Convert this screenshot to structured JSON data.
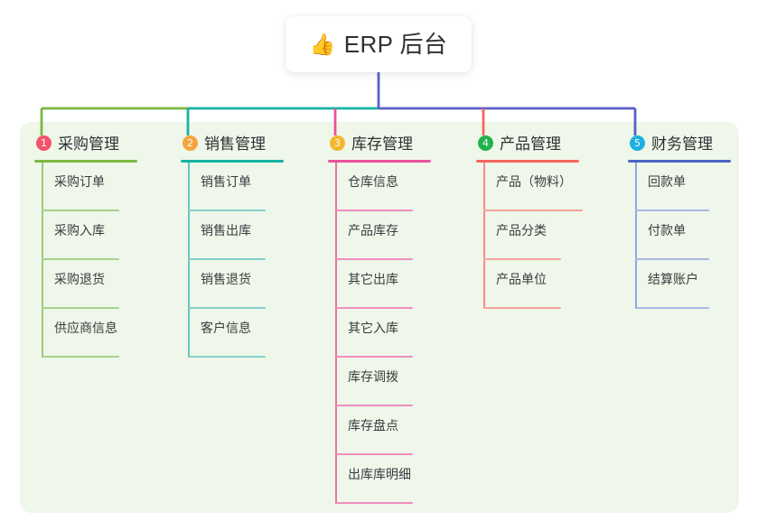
{
  "root": {
    "emoji": "👍",
    "emoji_name": "thumbs-up-icon",
    "title": "ERP 后台"
  },
  "panel": {
    "background_color": "#eef7e9"
  },
  "connector": {
    "bus_colors": [
      "#7cb842",
      "#17b3a3",
      "#5a5fc7"
    ],
    "drop_colors": [
      "#7cb842",
      "#17b3a3",
      "#e9529b",
      "#f4665e",
      "#5a5fc7"
    ]
  },
  "columns": [
    {
      "number": "1",
      "title": "采购管理",
      "badge_color": "#f4526a",
      "rule_color": "#7cb842",
      "leaf_rule_color": "#a9d18e",
      "stem_color": "#9cc87e",
      "head_rule_width": 114,
      "leaf_rule_width": 86,
      "items": [
        {
          "label": "采购订单"
        },
        {
          "label": "采购入库"
        },
        {
          "label": "采购退货"
        },
        {
          "label": "供应商信息"
        }
      ]
    },
    {
      "number": "2",
      "title": "销售管理",
      "badge_color": "#f5a43c",
      "rule_color": "#17b3a3",
      "leaf_rule_color": "#84cfc9",
      "stem_color": "#66c6bf",
      "head_rule_width": 114,
      "leaf_rule_width": 86,
      "items": [
        {
          "label": "销售订单"
        },
        {
          "label": "销售出库"
        },
        {
          "label": "销售退货"
        },
        {
          "label": "客户信息"
        }
      ]
    },
    {
      "number": "3",
      "title": "库存管理",
      "badge_color": "#f5b62e",
      "rule_color": "#e9529b",
      "leaf_rule_color": "#ef8fbe",
      "stem_color": "#e276ae",
      "head_rule_width": 114,
      "leaf_rule_width": 86,
      "items": [
        {
          "label": "仓库信息"
        },
        {
          "label": "产品库存"
        },
        {
          "label": "其它出库"
        },
        {
          "label": "其它入库"
        },
        {
          "label": "库存调拨"
        },
        {
          "label": "库存盘点"
        },
        {
          "label": "出库库明细"
        }
      ]
    },
    {
      "number": "4",
      "title": "产品管理",
      "badge_color": "#22b24c",
      "rule_color": "#f4665e",
      "leaf_rule_color": "#f7a39e",
      "stem_color": "#f48d87",
      "head_rule_width": 114,
      "leaf_rule_width": 86,
      "items": [
        {
          "label": "产品（物料）",
          "rule_width": 110
        },
        {
          "label": "产品分类"
        },
        {
          "label": "产品单位"
        }
      ]
    },
    {
      "number": "5",
      "title": "财务管理",
      "badge_color": "#1eb0e0",
      "rule_color": "#4c63c4",
      "leaf_rule_color": "#a9b8e6",
      "stem_color": "#93a5df",
      "head_rule_width": 114,
      "leaf_rule_width": 82,
      "items": [
        {
          "label": "回款单"
        },
        {
          "label": "付款单"
        },
        {
          "label": "结算账户"
        }
      ]
    }
  ]
}
